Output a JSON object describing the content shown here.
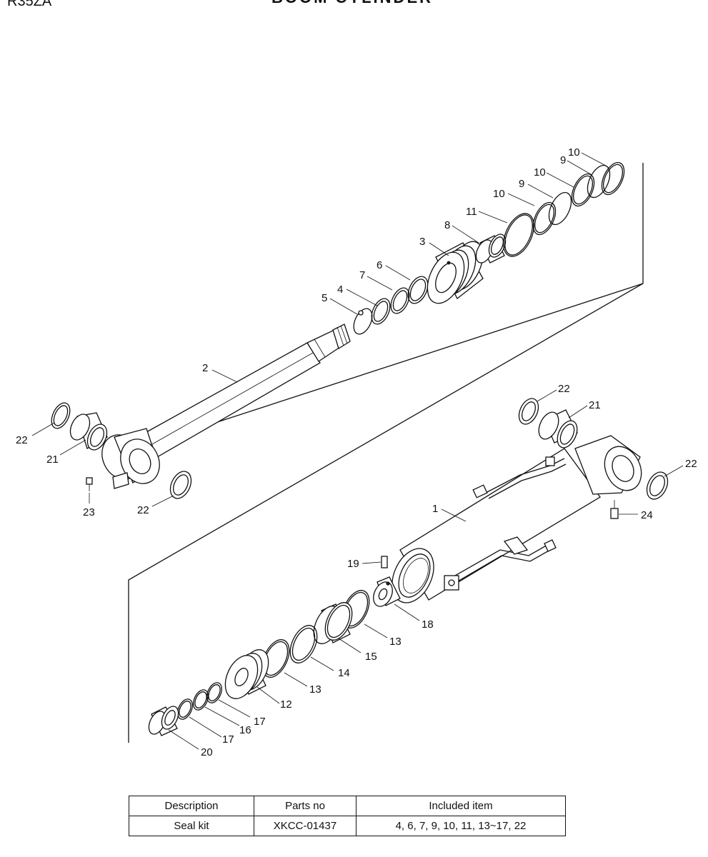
{
  "header": {
    "model": "R35ZA",
    "title": "BOOM CYLINDER"
  },
  "callouts": {
    "c1": "1",
    "c2": "2",
    "c3": "3",
    "c4": "4",
    "c5": "5",
    "c6": "6",
    "c7": "7",
    "c8": "8",
    "c9a": "9",
    "c9b": "9",
    "c10a": "10",
    "c10b": "10",
    "c10c": "10",
    "c11": "11",
    "c12": "12",
    "c13a": "13",
    "c13b": "13",
    "c14": "14",
    "c15": "15",
    "c16": "16",
    "c17a": "17",
    "c17b": "17",
    "c18": "18",
    "c19": "19",
    "c20": "20",
    "c21a": "21",
    "c21b": "21",
    "c22a": "22",
    "c22b": "22",
    "c22c": "22",
    "c22d": "22",
    "c23": "23",
    "c24": "24"
  },
  "kit_table": {
    "headers": {
      "description": "Description",
      "parts_no": "Parts no",
      "included": "Included item"
    },
    "row": {
      "description": "Seal kit",
      "parts_no": "XKCC-01437",
      "included": "4, 6, 7, 9, 10, 11, 13~17, 22"
    }
  }
}
